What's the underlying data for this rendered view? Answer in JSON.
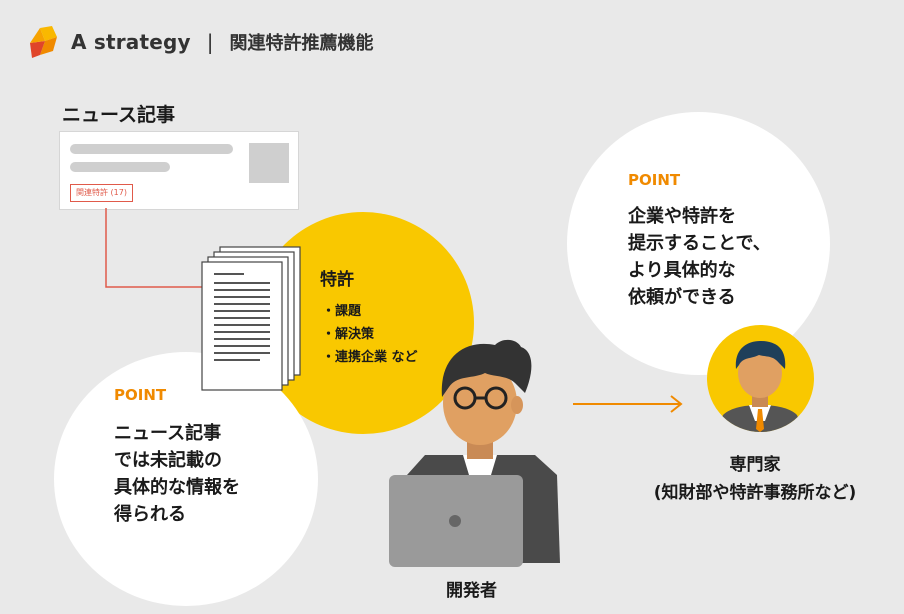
{
  "header": {
    "brand": "A strategy",
    "separator": "|",
    "feature_title": "関連特許推薦機能",
    "brand_colors": [
      "#f5b400",
      "#f08a00",
      "#e0452a"
    ]
  },
  "news": {
    "title": "ニュース記事",
    "tag": "関連特許 (17)"
  },
  "patent": {
    "title": "特許",
    "items": [
      "課題",
      "解決策",
      "連携企業 など"
    ]
  },
  "point_left": {
    "label": "POINT",
    "text": "ニュース記事\nでは未記載の\n具体的な情報を\n得られる"
  },
  "point_right": {
    "label": "POINT",
    "text": "企業や特許を\n提示することで、\nより具体的な\n依頼ができる"
  },
  "expert": {
    "line1": "専門家",
    "line2": "(知財部や特許事務所など)"
  },
  "developer": {
    "label": "開発者"
  },
  "colors": {
    "accent_yellow": "#f9c800",
    "point_orange": "#f08a00",
    "tag_red": "#e05a4a",
    "background": "#e9e9e9"
  }
}
